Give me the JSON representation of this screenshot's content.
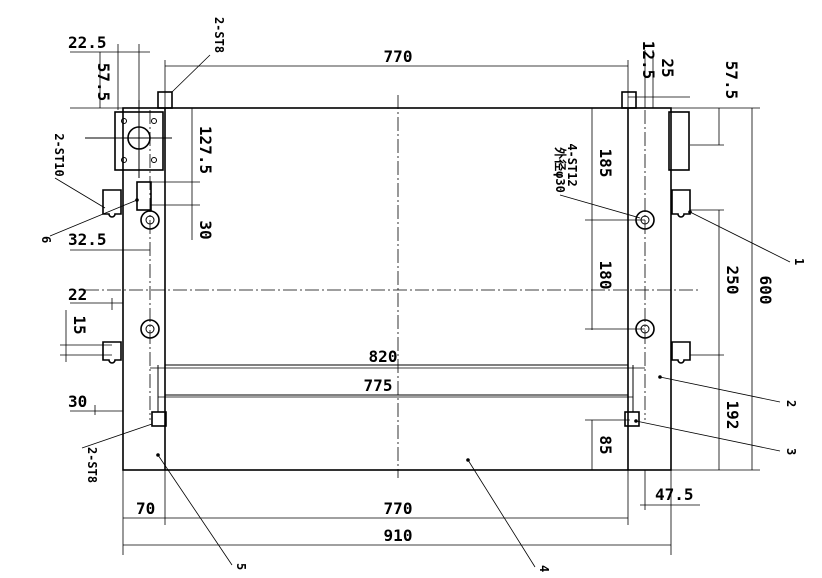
{
  "dimensions": {
    "d_22_5": "22.5",
    "d_57_5_left": "57.5",
    "d_770_top": "770",
    "d_12_5": "12.5",
    "d_25": "25",
    "d_57_5_right": "57.5",
    "d_127_5": "127.5",
    "d_30_mid": "30",
    "d_32_5": "32.5",
    "d_22": "22",
    "d_15": "15",
    "d_30_left": "30",
    "d_185": "185",
    "d_180": "180",
    "d_250": "250",
    "d_600": "600",
    "d_192": "192",
    "d_85": "85",
    "d_820": "820",
    "d_775": "775",
    "d_70": "70",
    "d_770_bottom": "770",
    "d_47_5": "47.5",
    "d_910": "910"
  },
  "callouts": {
    "st8_top": "2-ST8",
    "st8_bottom": "2-ST8",
    "st10": "2-ST10",
    "st12_line1": "4-ST12",
    "st12_line2": "外径φ30"
  },
  "parts": [
    "1",
    "2",
    "3",
    "4",
    "5",
    "6"
  ]
}
